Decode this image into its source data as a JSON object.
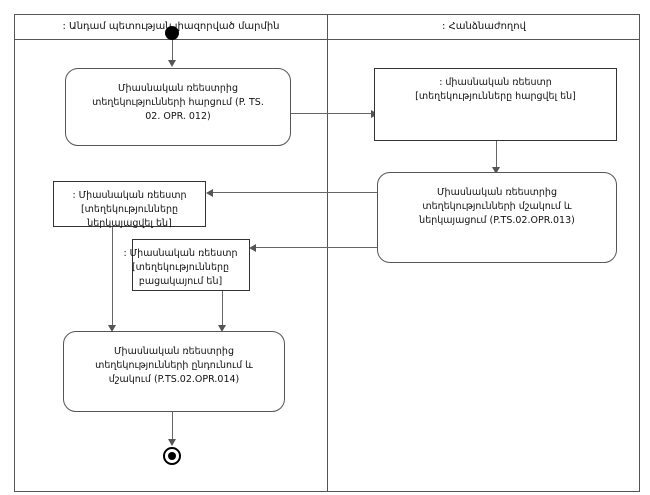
{
  "diagram": {
    "type": "uml-activity-diagram",
    "title_visible": false
  },
  "lanes": [
    {
      "id": "lane-authority",
      "label": ": Անդամ պետության լիազորված մարմին"
    },
    {
      "id": "lane-commission",
      "label": ": Հանձնաժողով"
    }
  ],
  "nodes": {
    "initial": {
      "name": "initial-node",
      "label": ""
    },
    "action_request": {
      "label": "Միասնական ռեեստրից\nտեղեկությունների հարցում (P. TS.\n02. OPR. 012)"
    },
    "object_requested": {
      "label": ": միասնական ռեեստր\n[տեղեկությունները հարցվել են]"
    },
    "action_process": {
      "label": "Միասնական ռեեստրից\nտեղեկությունների մշակում և\nներկայացում (P.TS.02.OPR.013)"
    },
    "object_presented": {
      "label": ": Միասնական ռեեստր\n[տեղեկությունները ներկայացվել են]"
    },
    "object_absent": {
      "label": ": Միասնական ռեեստր\n[տեղեկությունները բացակայում են]"
    },
    "action_receive": {
      "label": "Միասնական ռեեստրից\nտեղեկությունների ընդունում և\nմշակում (P.TS.02.OPR.014)"
    },
    "final": {
      "name": "final-node",
      "label": ""
    }
  },
  "colors": {
    "frame_border": "#555555",
    "node_border": "#555555",
    "object_border": "#333333",
    "edge": "#666666",
    "text": "#111111",
    "control_node": "#000000",
    "background": "#ffffff"
  }
}
